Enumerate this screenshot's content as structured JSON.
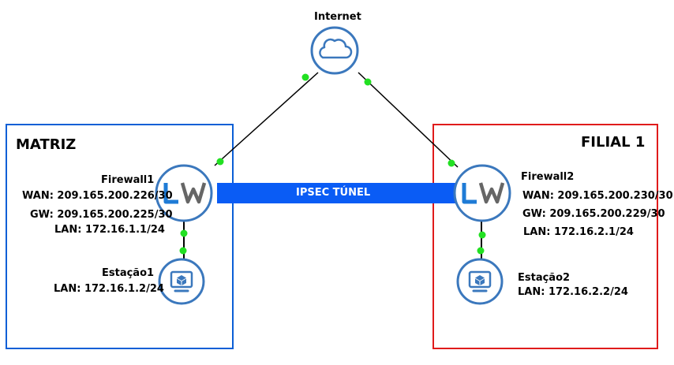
{
  "internet": {
    "label": "Internet"
  },
  "tunnel": {
    "label": "IPSEC TÚNEL"
  },
  "matriz": {
    "title": "MATRIZ",
    "firewall": {
      "name": "Firewall1",
      "wan": "WAN: 209.165.200.226/30",
      "gw": "GW: 209.165.200.225/30",
      "lan": "LAN: 172.16.1.1/24"
    },
    "station": {
      "name": "Estação1",
      "lan": "LAN: 172.16.1.2/24"
    }
  },
  "filial": {
    "title": "FILIAL 1",
    "firewall": {
      "name": "Firewall2",
      "wan": "WAN: 209.165.200.230/30",
      "gw": "GW: 209.165.200.229/30",
      "lan": "LAN: 172.16.2.1/24"
    },
    "station": {
      "name": "Estação2",
      "lan": "LAN: 172.16.2.2/24"
    }
  },
  "icons": {
    "internet": "cloud-icon",
    "firewall": "lw-logo-icon",
    "station": "monitor-icon"
  },
  "colors": {
    "matriz_border": "#0b5fd6",
    "filial_border": "#e01b1b",
    "tunnel": "#0a5cf5",
    "node_stroke": "#3b78bd",
    "link_dot": "#22e022"
  }
}
